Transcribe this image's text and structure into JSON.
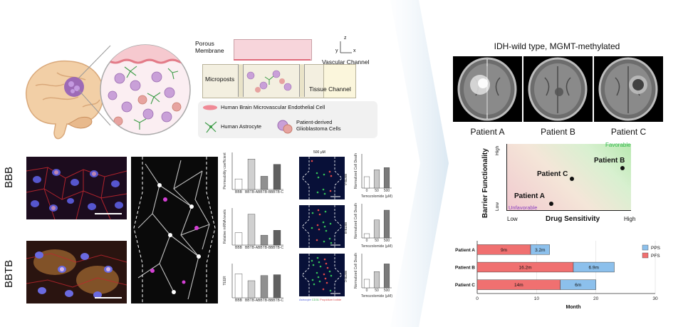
{
  "schematic": {
    "porous_membrane": "Porous\nMembrane",
    "vascular_channel": "Vascular Channel",
    "microposts": "Microposts",
    "tissue_channel": "Tissue Channel",
    "axis_z": "z",
    "axis_y": "y",
    "axis_x": "x",
    "legend_endothelial": "Human Brain Microvascular Endothelial Cell",
    "legend_astrocyte": "Human Astrocyte",
    "legend_glioblastoma": "Patient-derived\nGlioblastoma Cells"
  },
  "micrographs": {
    "row1_label": "BBB",
    "row2_label": "BBTB",
    "concentration": "500 μM",
    "chip_labels": [
      "BBTB-A",
      "BBTB-B",
      "BBTB-C"
    ],
    "stain_legend": [
      "Astrocyte",
      "CD31",
      "Propidium Iodide"
    ]
  },
  "mri": {
    "title": "IDH-wild type, MGMT-methylated",
    "patients": [
      "Patient A",
      "Patient B",
      "Patient C"
    ]
  },
  "quadrant": {
    "ylabel": "Barrier Functionality",
    "xlabel": "Drug Sensitivity",
    "y_high": "High",
    "y_low": "Low",
    "x_low": "Low",
    "x_high": "High",
    "favorable": "Favorable",
    "unfavorable": "Unfavorable",
    "colors": {
      "favorable": "#2fb84a",
      "unfavorable": "#8a3fc0"
    }
  },
  "chart_data": [
    {
      "type": "bar",
      "orientation": "horizontal",
      "stacked": true,
      "categories": [
        "Patient A",
        "Patient B",
        "Patient C"
      ],
      "series": [
        {
          "name": "PFS",
          "values": [
            9,
            16.2,
            14
          ],
          "labels": [
            "9m",
            "16.2m",
            "14m"
          ],
          "color": "#f07070"
        },
        {
          "name": "PPS",
          "values": [
            3.2,
            6.9,
            6
          ],
          "labels": [
            "3.2m",
            "6.9m",
            "6m"
          ],
          "color": "#8cc0ec"
        }
      ],
      "xlabel": "Month",
      "xlim": [
        0,
        30
      ],
      "xticks": [
        "0",
        "10",
        "20",
        "30"
      ],
      "legend": "top-right",
      "grid": true
    },
    {
      "type": "bar",
      "categories": [
        "BBB",
        "BBTB-A",
        "BBTB-B",
        "BBTB-C"
      ],
      "values": [
        4,
        11.5,
        5,
        9.5
      ],
      "ylabel": "Permeability coefficient",
      "ylim": [
        0,
        14
      ]
    },
    {
      "type": "bar",
      "categories": [
        "BBB",
        "BBTB-A",
        "BBTB-B",
        "BBTB-C"
      ],
      "values": [
        1.0,
        2.5,
        0.8,
        1.2
      ],
      "ylabel": "Relative mRNA levels",
      "ylim": [
        0,
        3
      ]
    },
    {
      "type": "bar",
      "categories": [
        "BBB",
        "BBTB-A",
        "BBTB-B",
        "BBTB-C"
      ],
      "values": [
        1.4,
        1.0,
        1.3,
        1.35
      ],
      "ylabel": "TEER",
      "ylim": [
        0,
        2
      ]
    },
    {
      "type": "bar",
      "categories": [
        "0",
        "50",
        "500"
      ],
      "values": [
        1.0,
        1.6,
        1.8
      ],
      "xlabel": "Temozolomide (μM)",
      "ylabel": "Normalized Cell Death",
      "ylim": [
        0,
        3
      ]
    },
    {
      "type": "bar",
      "categories": [
        "0",
        "50",
        "500"
      ],
      "values": [
        1.0,
        4.2,
        6.5
      ],
      "xlabel": "Temozolomide (μM)",
      "ylabel": "Normalized Cell Death",
      "ylim": [
        0,
        8
      ]
    },
    {
      "type": "bar",
      "categories": [
        "0",
        "50",
        "500"
      ],
      "values": [
        1.0,
        1.9,
        2.8
      ],
      "xlabel": "Temozolomide (μM)",
      "ylabel": "Normalized Cell Death",
      "ylim": [
        0,
        4
      ]
    }
  ]
}
